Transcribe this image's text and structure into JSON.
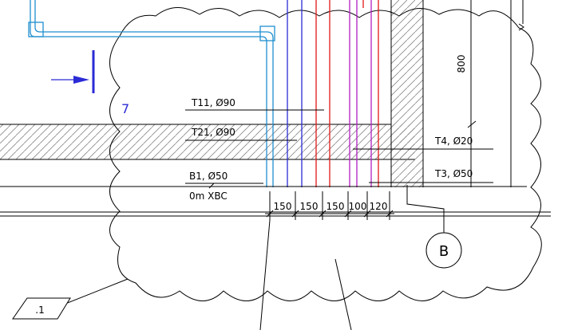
{
  "labels": {
    "t11": "T11, Ø90",
    "t21": "T21, Ø90",
    "b1": "B1, Ø50",
    "floor": "0m XBC",
    "t4": "T4, Ø20",
    "t3": "T3, Ø50"
  },
  "dimensions": {
    "vertical": "800",
    "spacing": [
      "150",
      "150",
      "150",
      "100",
      "120"
    ]
  },
  "marker": "B",
  "tag": ".1",
  "colors": {
    "blue": "#2b2bd6",
    "red": "#e01818",
    "purple": "#b21fbf",
    "cyan": "#1f8fd0",
    "line": "#000000"
  }
}
